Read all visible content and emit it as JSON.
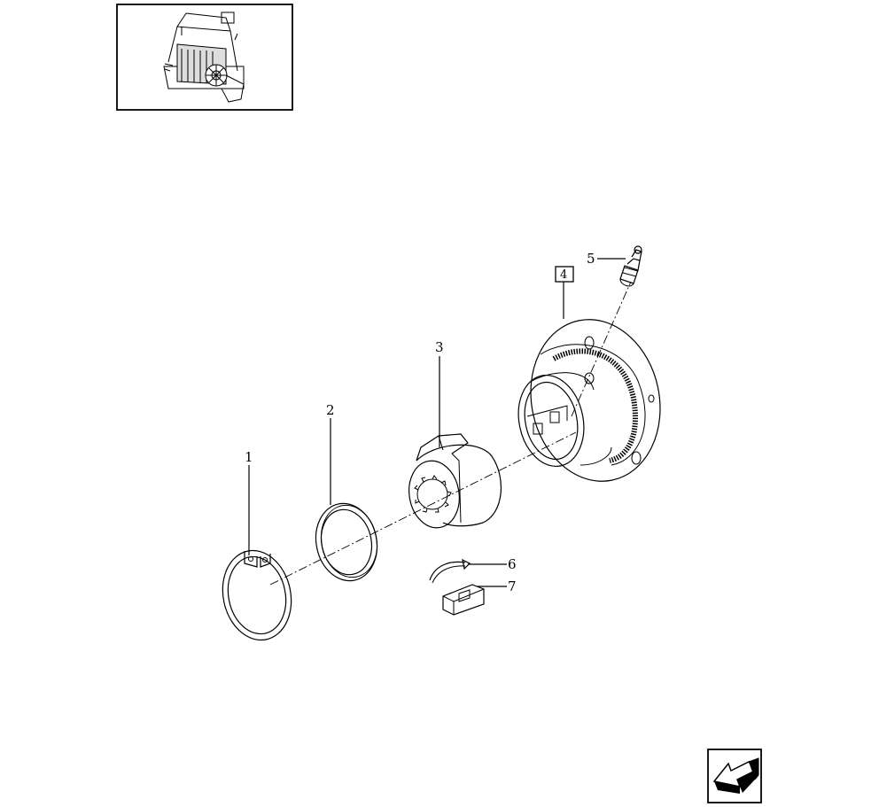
{
  "diagram": {
    "callouts": [
      {
        "id": "1",
        "label": "1",
        "boxed": false
      },
      {
        "id": "2",
        "label": "2",
        "boxed": false
      },
      {
        "id": "3",
        "label": "3",
        "boxed": false
      },
      {
        "id": "4",
        "label": "4",
        "boxed": true
      },
      {
        "id": "5",
        "label": "5",
        "boxed": false
      },
      {
        "id": "6",
        "label": "6",
        "boxed": false
      },
      {
        "id": "7",
        "label": "7",
        "boxed": false
      }
    ],
    "icons": {
      "thumbnail": "machine-overview-thumbnail",
      "nav": "previous-page-arrow-icon"
    }
  }
}
